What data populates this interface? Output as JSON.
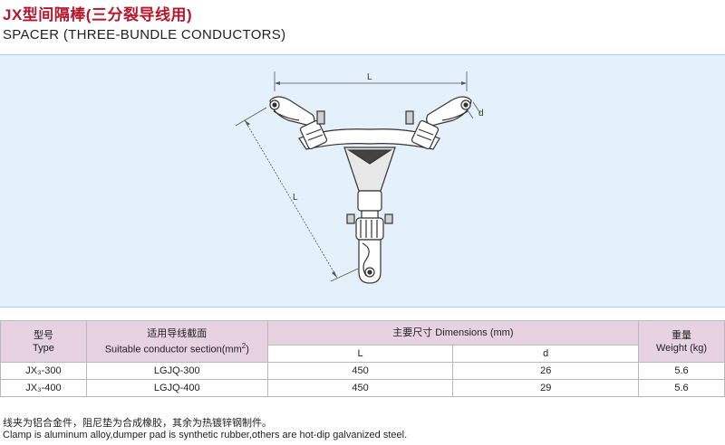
{
  "header": {
    "title_cn": "JX型间隔棒(三分裂导线用)",
    "title_en": "SPACER (THREE-BUNDLE CONDUCTORS)"
  },
  "diagram": {
    "label_L_top": "L",
    "label_L_side": "L",
    "label_d": "d"
  },
  "table": {
    "headers": {
      "type_cn": "型号",
      "type_en": "Type",
      "section_cn": "适用导线截面",
      "section_en": "Suitable conductor section(mm",
      "section_sup": "2",
      "section_close": ")",
      "dims": "主要尺寸 Dimensions (mm)",
      "dim_L": "L",
      "dim_d": "d",
      "weight_cn": "重量",
      "weight_en": "Weight (kg)"
    },
    "rows": [
      {
        "type": "JX₃-300",
        "section": "LGJQ-300",
        "L": "450",
        "d": "26",
        "weight": "5.6"
      },
      {
        "type": "JX₃-400",
        "section": "LGJQ-400",
        "L": "450",
        "d": "29",
        "weight": "5.6"
      }
    ]
  },
  "notes": {
    "cn": "线夹为铝合金件，阻尼垫为合成橡胶，其余为热镀锌钢制件。",
    "en": "Clamp is aluminum alloy,dumper pad is synthetic rubber,others are hot-dip galvanized steel."
  }
}
